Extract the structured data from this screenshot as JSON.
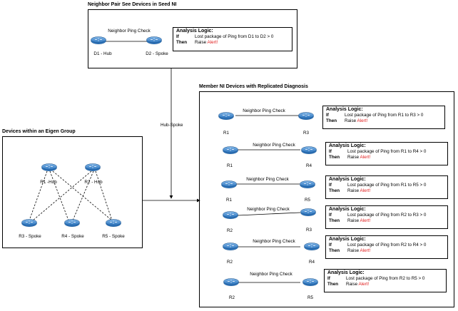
{
  "panels": {
    "seed": "Neighbor Pair See Devices in Seed NI",
    "member": "Member NI Devices with Replicated Diagnosis",
    "eigen": "Devices within an Eigen Group"
  },
  "connector_label": "Hub-Spoke",
  "check_label": "Neighbor Ping Check",
  "analysis": {
    "title": "Analysis Logic:",
    "if_kw": "If",
    "then_kw": "Then",
    "raise": "Raise",
    "alert": "Alert!"
  },
  "seed": {
    "left": "D1 - Hub",
    "right": "D2 - Spoke",
    "cond": "Lost package of Ping from D1 to D2 > 0"
  },
  "pairs": [
    {
      "a": "R1",
      "b": "R3",
      "cond": "Lost package of Ping from R1 to R3 > 0"
    },
    {
      "a": "R1",
      "b": "R4",
      "cond": "Lost package of Ping from R1 to R4 > 0"
    },
    {
      "a": "R1",
      "b": "R5",
      "cond": "Lost package of Ping from R1 to R5 > 0"
    },
    {
      "a": "R2",
      "b": "R3",
      "cond": "Lost package of Ping from R2 to R3 > 0"
    },
    {
      "a": "R2",
      "b": "R4",
      "cond": "Lost package of Ping from R2 to R4 > 0"
    },
    {
      "a": "R2",
      "b": "R5",
      "cond": "Lost package of Ping from R2 to R5 > 0"
    }
  ],
  "eigen": {
    "hub1": "R1 -Hub",
    "hub2": "R2 - Hub",
    "s3": "R3 - Spoke",
    "s4": "R4 - Spoke",
    "s5": "R5 - Spoke"
  }
}
